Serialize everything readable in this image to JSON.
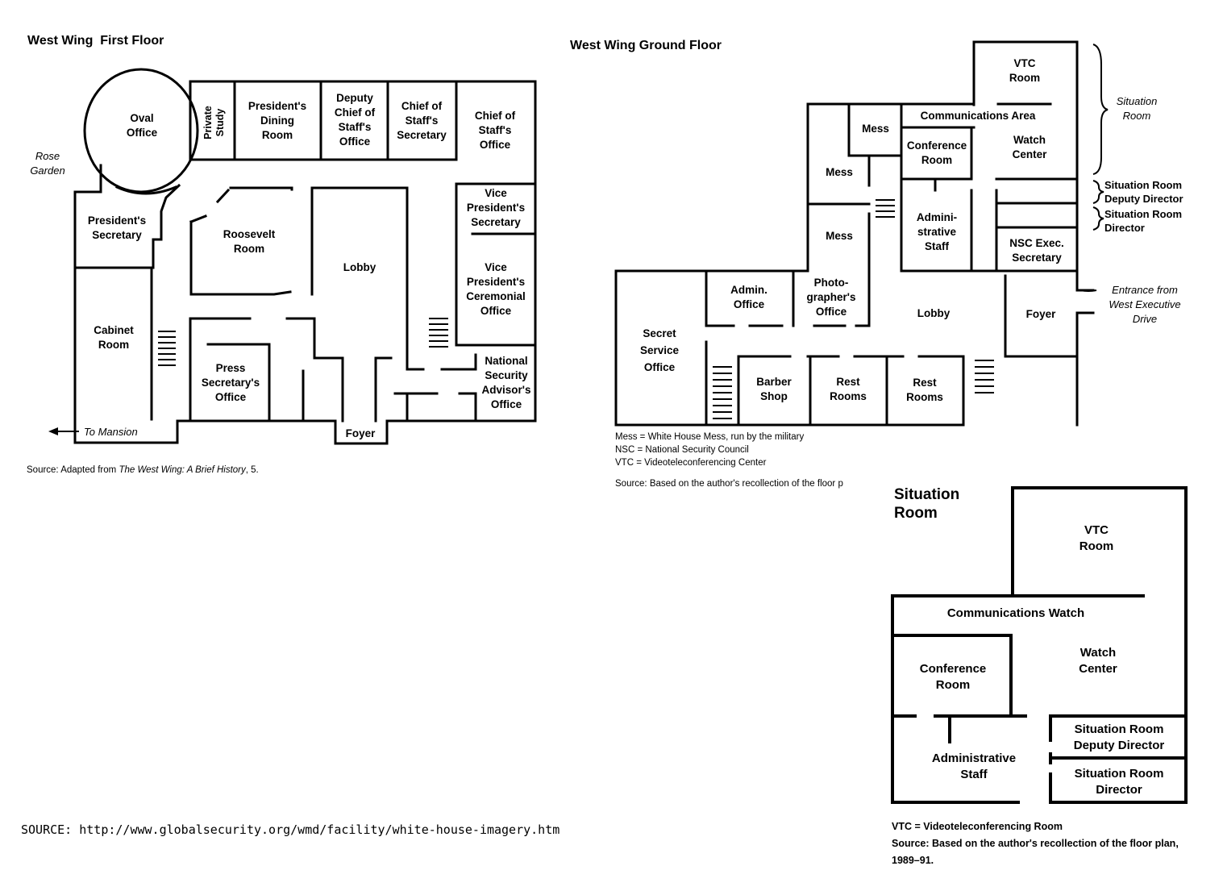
{
  "first_floor": {
    "title": "West Wing  First Floor",
    "rooms": {
      "oval_office": "Oval\nOffice",
      "private_study": "Private\nStudy",
      "presidents_dining": "President's\nDining\nRoom",
      "deputy_cos": "Deputy\nChief of\nStaff's\nOffice",
      "cos_secretary": "Chief of\nStaff's\nSecretary",
      "cos_office": "Chief of\nStaff's\nOffice",
      "vp_secretary": "Vice\nPresident's\nSecretary",
      "vp_ceremonial": "Vice\nPresident's\nCeremonial\nOffice",
      "nsa_office": "National\nSecurity\nAdvisor's\nOffice",
      "presidents_secretary": "President's\nSecretary",
      "roosevelt_room": "Roosevelt\nRoom",
      "lobby": "Lobby",
      "cabinet_room": "Cabinet\nRoom",
      "press_secretary": "Press\nSecretary's\nOffice",
      "foyer": "Foyer"
    },
    "rose_garden": "Rose\nGarden",
    "to_mansion": "To Mansion",
    "source_prefix": "Source: Adapted from ",
    "source_italic": "The West Wing: A Brief History",
    "source_suffix": ", 5."
  },
  "ground_floor": {
    "title": "West Wing Ground Floor",
    "rooms": {
      "vtc_room": "VTC\nRoom",
      "comm_area": "Communications Area",
      "mess_small": "Mess",
      "mess_1": "Mess",
      "mess_2": "Mess",
      "conference_room": "Conference\nRoom",
      "watch_center": "Watch\nCenter",
      "admin_staff": "Admini-\nstrative\nStaff",
      "nsc_exec": "NSC Exec.\nSecretary",
      "admin_office": "Admin.\nOffice",
      "photographer": "Photo-\ngrapher's\nOffice",
      "lobby": "Lobby",
      "foyer": "Foyer",
      "secret_service": "Secret\nService\nOffice",
      "barber_shop": "Barber\nShop",
      "rest_rooms_1": "Rest\nRooms",
      "rest_rooms_2": "Rest\nRooms"
    },
    "annotations": {
      "situation_room": "Situation\nRoom",
      "sr_deputy_director": "Situation Room\nDeputy Director",
      "sr_director": "Situation Room\nDirector",
      "entrance": "Entrance from\nWest Executive\nDrive"
    },
    "legend": [
      "Mess = White House Mess, run by the military",
      "NSC = National Security Council",
      "VTC = Videoteleconferencing Center"
    ],
    "source": "Source: Based on the author's recollection of the floor p"
  },
  "situation_room": {
    "title": "Situation\nRoom",
    "rooms": {
      "vtc_room": "VTC\nRoom",
      "comm_watch": "Communications Watch",
      "watch_center": "Watch\nCenter",
      "conference_room": "Conference\nRoom",
      "admin_staff": "Administrative\nStaff",
      "deputy_director": "Situation Room\nDeputy Director",
      "director": "Situation Room\nDirector"
    },
    "legend": "VTC = Videoteleconferencing Room",
    "source": "Source: Based on the author's recollection of the floor plan,\n1989–91."
  },
  "footer_source": "SOURCE: http://www.globalsecurity.org/wmd/facility/white-house-imagery.htm"
}
